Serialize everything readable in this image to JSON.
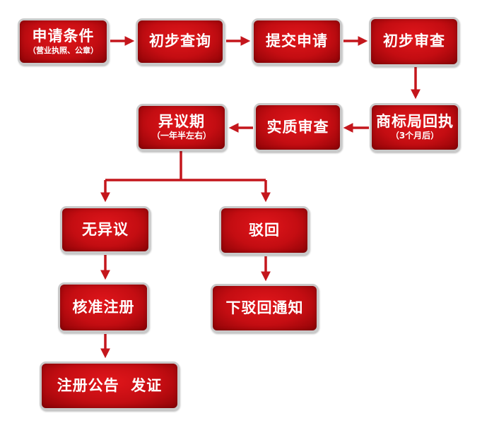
{
  "steps": {
    "apply": {
      "label": "申请条件",
      "sub": "（营业执照、公章）"
    },
    "prelim_query": {
      "label": "初步查询"
    },
    "submit": {
      "label": "提交申请"
    },
    "prelim_review": {
      "label": "初步审查"
    },
    "receipt": {
      "label": "商标局回执",
      "sub": "（3个月后）"
    },
    "substantive": {
      "label": "实质审查"
    },
    "opposition": {
      "label": "异议期",
      "sub": "（一年半左右）"
    },
    "no_objection": {
      "label": "无异议"
    },
    "reject": {
      "label": "驳回"
    },
    "approve": {
      "label": "核准注册"
    },
    "reject_notice": {
      "label": "下驳回通知"
    },
    "publish": {
      "label": "注册公告  发证"
    }
  },
  "colors": {
    "box": "#c40d12",
    "border": "#c9c9c9",
    "arrow": "#c4161c"
  }
}
